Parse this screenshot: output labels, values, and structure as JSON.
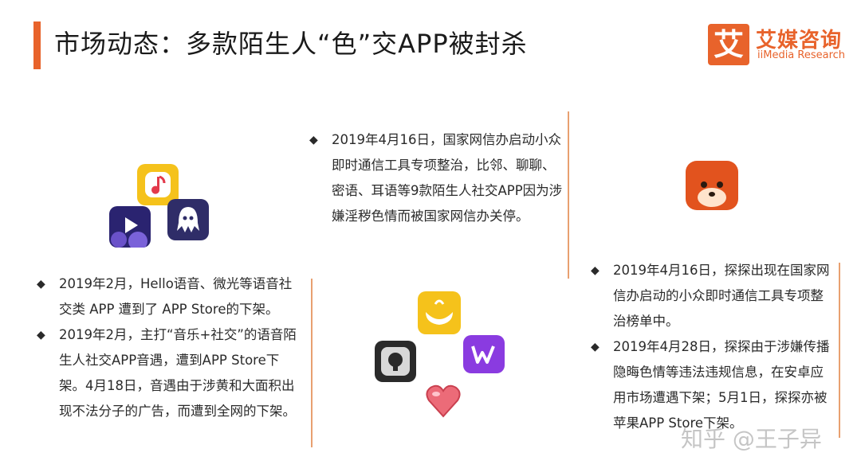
{
  "title": "市场动态：多款陌生人“色”交APP被封杀",
  "logo": {
    "mark": "艾",
    "cn": "艾媒咨询",
    "en": "iiMedia Research"
  },
  "bullet_marker": "◆",
  "left_bullets": [
    "2019年2月，Hello语音、微光等语音社交类 APP 遭到了 APP Store的下架。",
    "2019年2月，主打“音乐+社交”的语音陌生人社交APP音遇，遭到APP Store下架。4月18日，音遇由于涉黄和大面积出现不法分子的广告，而遭到全网的下架。"
  ],
  "middle_bullets": [
    "2019年4月16日，国家网信办启动小众即时通信工具专项整治，比邻、聊聊、密语、耳语等9款陌生人社交APP因为涉嫌淫秽色情而被国家网信办关停。"
  ],
  "right_bullets": [
    "2019年4月16日，探探出现在国家网信办启动的小众即时通信工具专项整治榜单中。",
    "2019年4月28日，探探由于涉嫌传播隐晦色情等违法违规信息，在安卓应用市场遭遇下架；5月1日，探探亦被苹果APP Store下架。"
  ],
  "watermark": "知乎 @王子异",
  "colors": {
    "accent": "#e8632b",
    "line": "#e8a070"
  }
}
